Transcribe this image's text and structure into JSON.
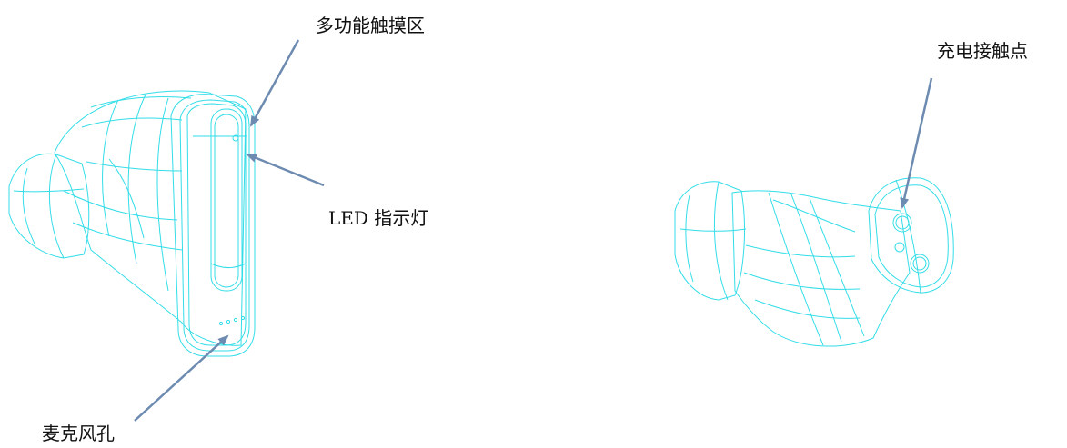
{
  "labels": {
    "touch_area": "多功能触摸区",
    "led_indicator": "LED  指示灯",
    "mic_hole": "麦克风孔",
    "charging_contacts": "充电接触点"
  },
  "colors": {
    "outline": "#33dde8",
    "arrow": "#6d8bb0",
    "text": "#111111"
  }
}
